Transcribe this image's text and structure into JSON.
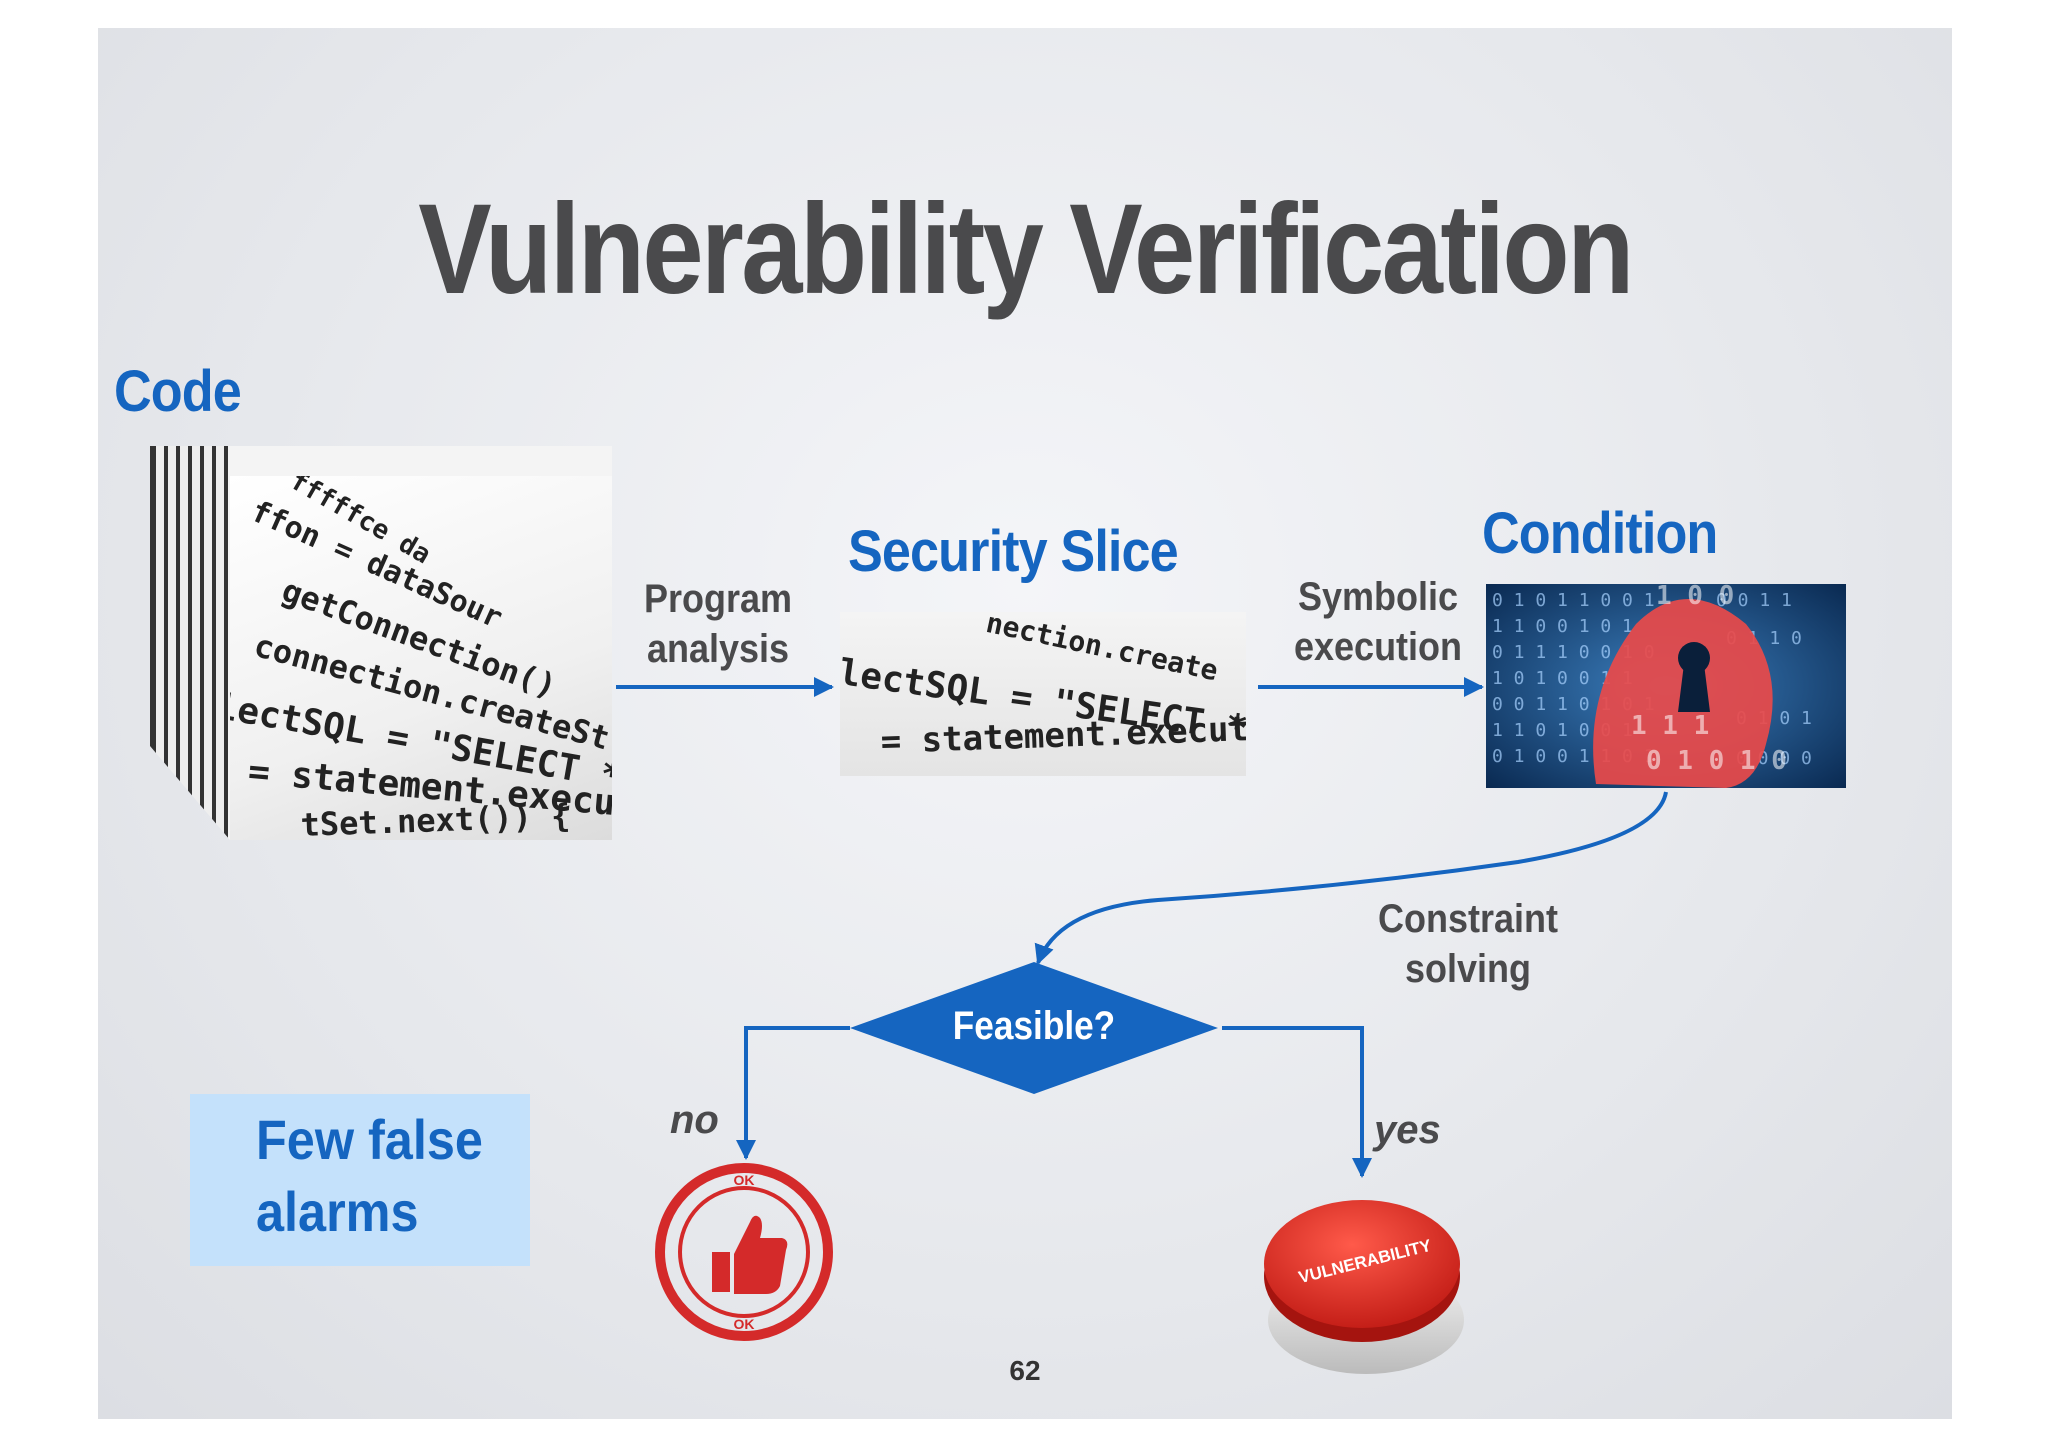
{
  "slide": {
    "title": "Vulnerability Verification",
    "page_number": "62"
  },
  "stages": {
    "code_heading": "Code",
    "slice_heading": "Security Slice",
    "condition_heading": "Condition"
  },
  "edges": {
    "program_analysis": [
      "Program",
      "analysis"
    ],
    "symbolic_execution": [
      "Symbolic",
      "execution"
    ],
    "constraint_solving": [
      "Constraint",
      "solving"
    ]
  },
  "decision": {
    "label": "Feasible?",
    "no_label": "no",
    "yes_label": "yes"
  },
  "outcomes": {
    "ok_stamp_text": "OK",
    "vulnerability_button_text": "VULNERABILITY"
  },
  "note": {
    "lines": [
      "Few false",
      "alarms"
    ]
  },
  "code_snippets": {
    "full": [
      "fffffce da",
      "ffon = dataSour",
      "getConnection()",
      "connection.createSt",
      "lectSQL = \"SELECT * FROM",
      "= statement.executeQ",
      "tSet.next()) {"
    ],
    "slice": [
      "nection.create",
      "lectSQL = \"SELECT * FROM",
      "= statement.executeQuery"
    ]
  },
  "colors": {
    "accent_blue": "#1565c0",
    "title_gray": "#4a4a4c",
    "note_bg": "#c4e1fb",
    "stamp_red": "#d42a2a",
    "lock_red": "#e94a4a",
    "binary_bg": "#0d3c6e"
  }
}
